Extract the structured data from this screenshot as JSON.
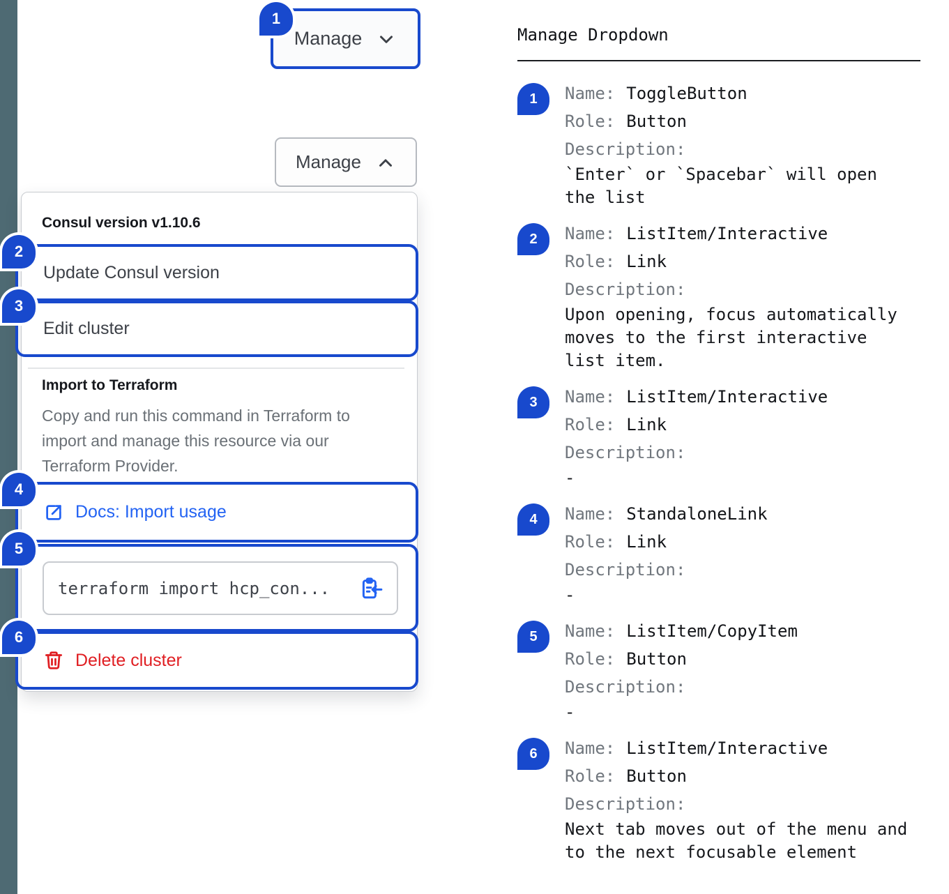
{
  "colors": {
    "accent_blue": "#1849cd",
    "link_blue": "#2363f3",
    "danger_red": "#e01f23",
    "sidebar_strip": "#4e6a73"
  },
  "badges": [
    "1",
    "2",
    "3",
    "4",
    "5",
    "6"
  ],
  "toggle_button": {
    "label": "Manage"
  },
  "toggle_button_open": {
    "label": "Manage"
  },
  "dropdown": {
    "version_header": "Consul version v1.10.6",
    "update_item": "Update Consul version",
    "edit_item": "Edit cluster",
    "terraform": {
      "title": "Import to Terraform",
      "description": "Copy and run this command in Terraform to import and manage this resource via our Terraform Provider.",
      "docs_link": "Docs: Import usage",
      "command": "terraform import hcp_con...",
      "delete_item": "Delete cluster"
    }
  },
  "panel": {
    "title": "Manage Dropdown",
    "labels": {
      "name": "Name:",
      "role": "Role:",
      "description": "Description:"
    },
    "entries": [
      {
        "num": "1",
        "name": "ToggleButton",
        "role": "Button",
        "description": "`Enter` or `Spacebar` will open the list"
      },
      {
        "num": "2",
        "name": "ListItem/Interactive",
        "role": "Link",
        "description": "Upon opening, focus automatically moves to the first interactive list item."
      },
      {
        "num": "3",
        "name": "ListItem/Interactive",
        "role": "Link",
        "description": "-"
      },
      {
        "num": "4",
        "name": "StandaloneLink",
        "role": "Link",
        "description": "-"
      },
      {
        "num": "5",
        "name": "ListItem/CopyItem",
        "role": "Button",
        "description": "-"
      },
      {
        "num": "6",
        "name": "ListItem/Interactive",
        "role": "Button",
        "description": "Next tab moves out of the menu and to the next focusable element"
      }
    ]
  }
}
